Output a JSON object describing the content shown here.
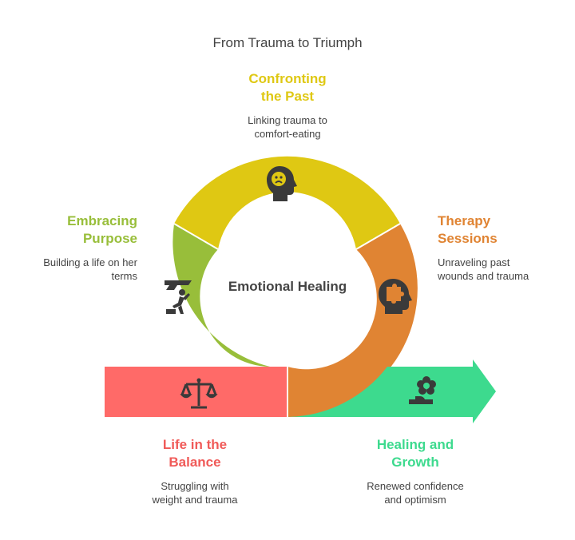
{
  "title": "From Trauma to Triumph",
  "center": "Emotional Healing",
  "stages": [
    {
      "id": "confronting",
      "heading": [
        "Confronting",
        "the Past"
      ],
      "description": [
        "Linking trauma to",
        "comfort-eating"
      ],
      "color": "#DFC813",
      "icon": "worried-head-icon"
    },
    {
      "id": "therapy",
      "heading": [
        "Therapy",
        "Sessions"
      ],
      "description": [
        "Unraveling past",
        "wounds and trauma"
      ],
      "color": "#E08433",
      "icon": "puzzle-head-icon"
    },
    {
      "id": "healing",
      "heading": [
        "Healing and",
        "Growth"
      ],
      "description": [
        "Renewed confidence",
        "and optimism"
      ],
      "color": "#3DDA8E",
      "icon": "flower-sprout-icon"
    },
    {
      "id": "balance",
      "heading": [
        "Life in the",
        "Balance"
      ],
      "description": [
        "Struggling with",
        "weight and trauma"
      ],
      "color": "#FF6A68",
      "icon": "balance-scale-icon"
    },
    {
      "id": "purpose",
      "heading": [
        "Embracing",
        "Purpose"
      ],
      "description": [
        "Building a life on her",
        "terms"
      ],
      "color": "#98BE3A",
      "icon": "climbing-person-icon"
    }
  ]
}
